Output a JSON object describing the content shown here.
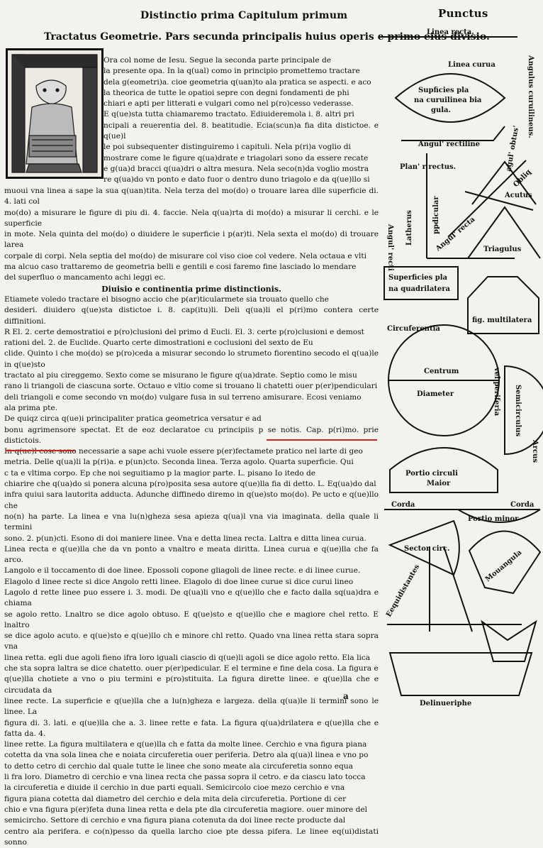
{
  "header": {
    "title": "Distinctio prima Capitulum primum",
    "right_title": "Punctus"
  },
  "subheading": "Tractatus Geometrie. Pars secunda principalis huius operis e primo eius divisio.",
  "intro_lines": [
    "Ora col nome de Iesu. Segue la seconda parte principale de",
    "la presente opa. In la q(ual) como in principio promettemo tractare",
    "dela g(eometri)a. cioe geometria q(uan)to ala pratica se aspecti. e aco",
    "la theorica de tutte le opatioi sepre con degni fondamenti de phi",
    "chiari e apti per litterati e vulgari como nel p(ro)cesso vederasse.",
    "E q(ue)sta tutta chiamaremo tractato. Ediuideremola i. 8. altri pri",
    "ncipali a reuerentia del. 8. beatitudie. Ecia(scun)a fia dita distictoe. e q(ue)l",
    "le poi subsequenter distinguiremo i capituli. Nela p(ri)a voglio di",
    "mostrare come le figure q(ua)drate e triagolari sono da essere recate",
    "e g(ua)d bracci q(ua)dri o altra mesura. Nela seco(n)da voglio mostra",
    "re q(ua)do vn ponto e dato fuor o dentro duno triagolo e da q(ue)llo si"
  ],
  "body_lines": [
    "muoui vna linea a sape la sua q(uan)tita. Nela terza del mo(do) o trouare larea dlle superficie di. 4. lati col",
    "mo(do) a misurare le figure di piu di. 4. faccie. Nela q(ua)rta di mo(do) a misurar li cerchi. e le superficie",
    "in mote. Nela quinta del mo(do) o diuidere le superficie i p(ar)ti. Nela sexta el mo(do) di trouare larea",
    "corpale di corpi. Nela septia del mo(do) de misurare col viso cioe col vedere. Nela octaua e vlti",
    "ma alcuo caso trattaremo de geometria belli e gentili e cosi faremo fine lasciado lo mendare",
    "del superfluo o mancamento achi leggi ec."
  ],
  "section_title": "Diuisio e continentia prime distinctionis.",
  "section_lines": [
    "Etiamete voledo tractare el bisogno accio che p(ar)ticularmete sia trouato quello che",
    "desideri. diuidero q(ue)sta distictoe i. 8. cap(itu)li. Deli q(ua)li el p(ri)mo contera certe diffinitioni.",
    "R  El. 2. certe demostratioi e p(ro)clusioni del primo d Eucli. El. 3. certe p(ro)clusioni e demost",
    "rationi del. 2. de Euclide. Quarto certe dimostrationi e coclusioni del sexto de Eu",
    "clide. Quinto i che mo(do) se p(ro)ceda a misurar secondo lo strumeto fiorentino secodo el q(ua)le in q(ue)sto",
    "tractato al piu cireggemo. Sexto come se misurano le figure q(ua)drate. Septio como le misu",
    "rano li triangoli de ciascuna sorte. Octauo e vltio come si trouano li chatetti ouer p(er)pendiculari",
    "deli triangoli e come secondo vn mo(do) vulgare fusa in sul terreno amisurare. Ecosi veniamo",
    "ala prima pte.",
    "De quiqz circa q(ue)i principaliter pratica geometrica versatur e ad",
    "bonu agrimensore spectat. Et de eoz declaratoe cu principiis p se notis. Cap. p(ri)mo. prie distictois.",
    "In q(ue)l cose sono necessarie a sape achi vuole essere p(er)fectamete pratico nel larte di geo",
    "metria. Delle q(ua)li la p(ri)a. e p(un)cto. Seconda linea. Terza agolo. Quarta superficie. Qui",
    "c  ta e vltima corpo. Ep che noi seguitiamo p la magior parte. L. pisano Io itedo de",
    "chiarire che q(ua)do si ponera alcuna p(ro)posita sesa autore q(ue)lla fia di detto. L. Eq(ua)do dal",
    "infra quiui sara lautorita adducta. Adunche diffinedo diremo in q(ue)sto mo(do). Pe ucto e q(ue)llo che",
    "no(n) ha parte. La linea e vna lu(n)gheza sesa apieza q(ua)l vna via imaginata. della quale li termini",
    "sono. 2. p(un)cti. Esono di doi maniere linee. Vna e detta linea recta. Laltra e ditta linea curua.",
    "Linea recta e q(ue)lla che da vn ponto a vnaltro e meata diritta. Linea curua e q(ue)lla che fa arco.",
    "Langolo e il toccamento di doe linee. Epossoli copone gliagoli de linee recte. e di linee curue.",
    "Elagolo d linee recte si dice Angolo retti linee. Elagolo di doe linee curue si dice curui lineo",
    "Lagolo d rette linee puo essere i. 3. modi. De q(ua)li vno e q(ue)llo che e facto dalla sq(ua)dra e chiama",
    "se agolo retto. Lnaltro se dice agolo obtuso. E q(ue)sto e q(ue)llo che e magiore chel retto. E lnaltro",
    "se dice agolo acuto. e q(ue)sto e q(ue)llo ch e minore chl retto. Quado vna linea retta stara sopra vna",
    "linea retta. egli due agoli fieno ifra loro iguali ciascio di q(ue)li agoli se dice agolo retto. Ela lica",
    "che sta sopra laltra se dice chatetto. ouer p(er)pedicular. E el termine e fine dela cosa. La figura e",
    "q(ue)lla chotiete a vno o piu termini e p(ro)stituita. La figura dirette linee. e q(ue)lla che e circudata da",
    "linee recte. La superficie e q(ue)lla che a lu(n)gheza e largeza. della q(ua)le li termini sono le linee. La",
    "figura di. 3. lati. e q(ue)lla che a. 3. linee rette e fata. La figura q(ua)drilatera e q(ue)lla che e fatta da. 4.",
    "linee rette. La figura multilatera e q(ue)lla ch e fatta da molte linee. Cerchio e vna figura piana",
    "cotetta da vna sola linea che e noiata circuferetia ouer periferia. Detro ala q(ua)l linea e vno po",
    "to detto cetro di cerchio dal quale tutte le linee che sono meate ala circuferetia sonno equa",
    "li fra loro. Diametro di cerchio e vna linea recta che passa sopra il cetro. e da ciascu lato tocca",
    "la circuferetia e diuide il cerchio in due parti equali. Semicircolo cioe mezo cerchio e vna",
    "figura piana cotetta dal diametro del cerchio e dela mita dela circuferetia. Portione di cer",
    "chio e vna figura p(er)feta duna linea retta e dela pte dla circuferetia magiore. ouer minore del",
    "semicircho. Settore di cerchio e vna figura piana cotenuta da doi linee recte producte dal",
    "centro ala perifera. e co(n)pesso da quella larcho cioe pte dessa pifera. Le linee eq(ui)distati sonno"
  ],
  "signature": "a",
  "diagram_labels": {
    "linea_recta": "Linea recta.",
    "linea_curua": "Linea curua",
    "superficies_curua": [
      "Supficies pla",
      "na curuilinea bia",
      "gula."
    ],
    "angul_rectiline": "Angul' rectiline",
    "angulus_curuilineus": "Angulus curuilineus.",
    "planus_rectus": "Plan' r rectus.",
    "obtusus": "agul' obtus'",
    "obliqu": "Obliq",
    "acutus": "Acutus",
    "latherus": "Latherus",
    "perpendicular": "ppdicular",
    "angulus_recto": "Angul' recti",
    "angul_recta": "Angul' recta",
    "triangulus": "Triagulus",
    "superficies_quadri": [
      "Superficies pla",
      "na quadrilatera"
    ],
    "fig_multilatera": "fig. multilatera",
    "circuferentia": "Circuferentia",
    "centrum": "Centrum",
    "diameter": "Diameter",
    "periferia": "vel periferia",
    "semicirculus": "Semicirculus",
    "arcus": "Arcus",
    "portio_circuli": [
      "Portio circuli",
      "Maior"
    ],
    "corda": "Corda",
    "corda2": "Corda",
    "portio_minor": "Portio minor",
    "sector": "Sector circ.",
    "mouangula": "Mouangula",
    "equidistantes": "Eequidistantes",
    "delinueriphe": "Delinueriphe"
  }
}
